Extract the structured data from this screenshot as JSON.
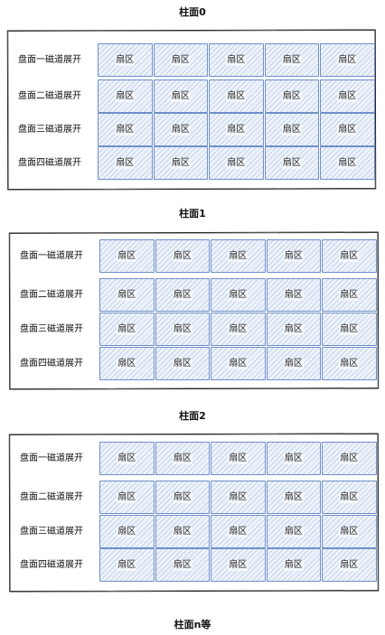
{
  "title": "柱面0",
  "sections": [
    {
      "title": "",
      "tracks": [
        {
          "label": "盘面一磁道展开",
          "sectors": [
            "扇区",
            "扇区",
            "扇区",
            "扇区",
            "扇区"
          ]
        },
        {
          "label": "盘面二磁道展开",
          "sectors": [
            "扇区",
            "扇区",
            "扇区",
            "扇区",
            "扇区"
          ]
        },
        {
          "label": "盘面三磁道展开",
          "sectors": [
            "扇区",
            "扇区",
            "扇区",
            "扇区",
            "扇区"
          ]
        },
        {
          "label": "盘面四磁道展开",
          "sectors": [
            "扇区",
            "扇区",
            "扇区",
            "扇区",
            "扇区"
          ]
        }
      ]
    },
    {
      "title": "柱面1",
      "tracks": [
        {
          "label": "盘面一磁道展开",
          "sectors": [
            "扇区",
            "扇区",
            "扇区",
            "扇区",
            "扇区"
          ]
        },
        {
          "label": "盘面二磁道展开",
          "sectors": [
            "扇区",
            "扇区",
            "扇区",
            "扇区",
            "扇区"
          ]
        },
        {
          "label": "盘面三磁道展开",
          "sectors": [
            "扇区",
            "扇区",
            "扇区",
            "扇区",
            "扇区"
          ]
        },
        {
          "label": "盘面四磁道展开",
          "sectors": [
            "扇区",
            "扇区",
            "扇区",
            "扇区",
            "扇区"
          ]
        }
      ]
    },
    {
      "title": "柱面2",
      "tracks": [
        {
          "label": "盘面一磁道展开",
          "sectors": [
            "扇区",
            "扇区",
            "扇区",
            "扇区",
            "扇区"
          ]
        },
        {
          "label": "盘面二磁道展开",
          "sectors": [
            "扇区",
            "扇区",
            "扇区",
            "扇区",
            "扇区"
          ]
        },
        {
          "label": "盘面三磁道展开",
          "sectors": [
            "扇区",
            "扇区",
            "扇区",
            "扇区",
            "扇区"
          ]
        },
        {
          "label": "盘面四磁道展开",
          "sectors": [
            "扇区",
            "扇区",
            "扇区",
            "扇区",
            "扇区"
          ]
        }
      ]
    }
  ],
  "footer": "柱面n等",
  "colors": {
    "sector_border": "#6f8fc9",
    "sector_fill": "#eef3fb",
    "frame_border": "#222222"
  }
}
